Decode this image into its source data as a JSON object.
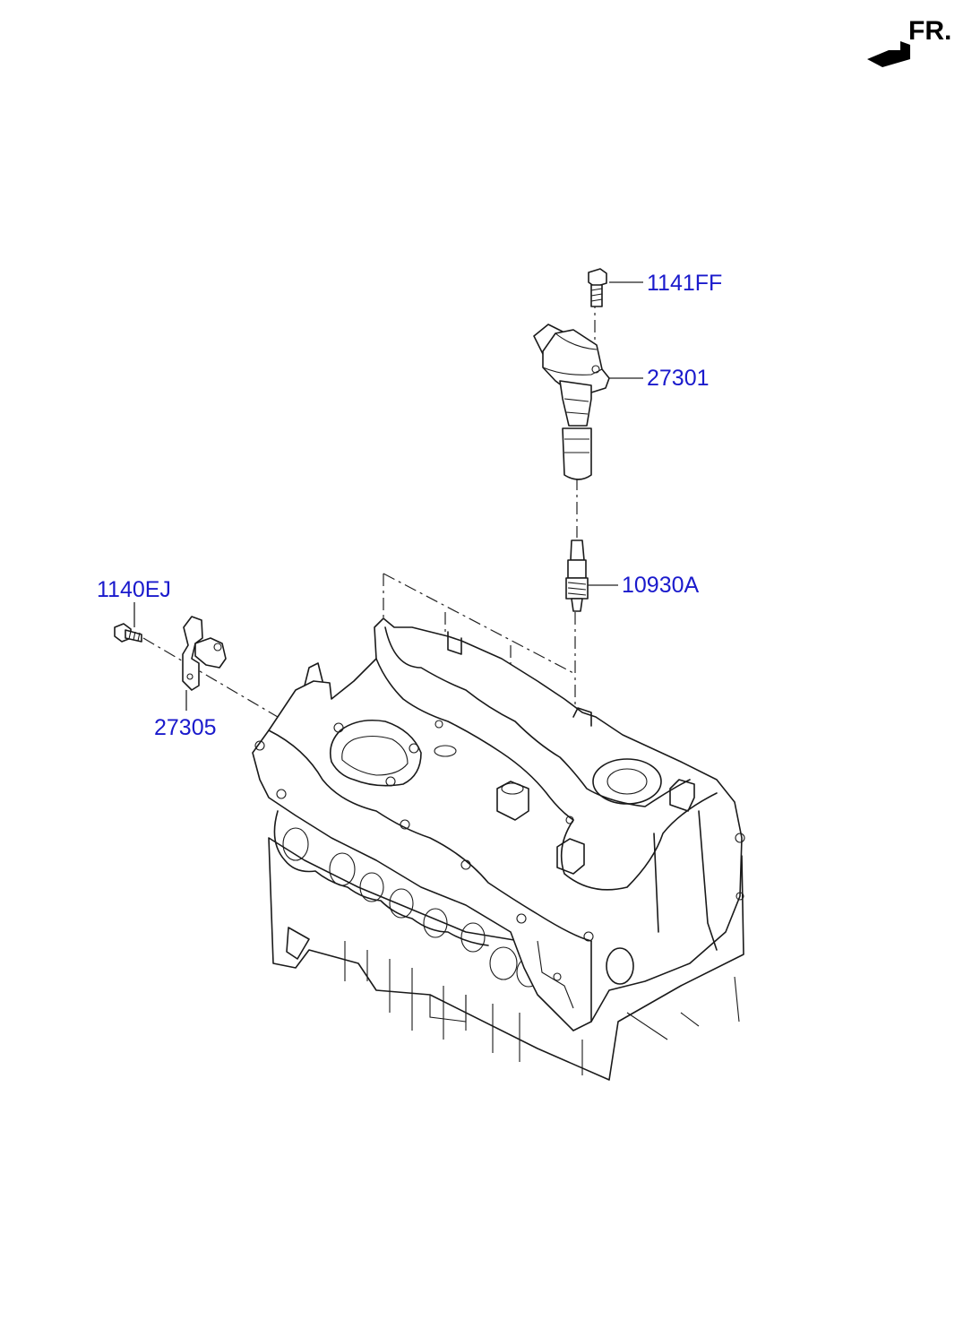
{
  "direction": {
    "label": "FR.",
    "icon": "front-direction-arrow-icon"
  },
  "colors": {
    "label_text": "#1a1acc",
    "line_art": "#1a1a1a"
  },
  "parts": [
    {
      "id": "bolt_coil",
      "number": "1141FF"
    },
    {
      "id": "ignition_coil",
      "number": "27301"
    },
    {
      "id": "spark_plug",
      "number": "10930A"
    },
    {
      "id": "bolt_sensor",
      "number": "1140EJ"
    },
    {
      "id": "sensor_bracket",
      "number": "27305"
    }
  ]
}
